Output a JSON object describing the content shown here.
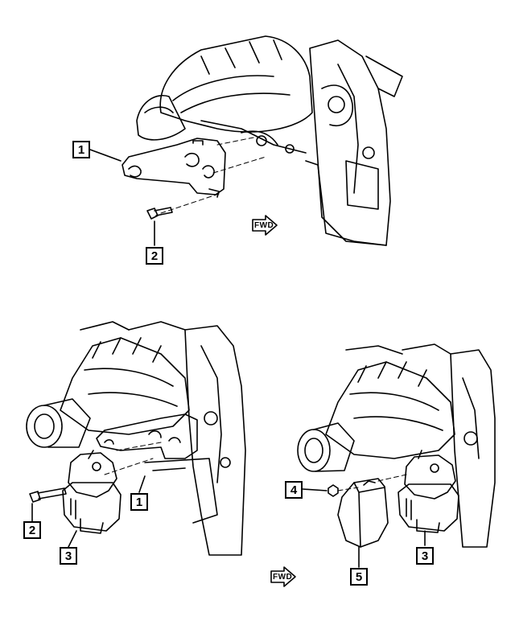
{
  "callouts": {
    "top_1": "1",
    "top_2": "2",
    "bl_1": "1",
    "bl_2": "2",
    "bl_3": "3",
    "br_3": "3",
    "br_4": "4",
    "br_5": "5"
  },
  "fwd": {
    "top": "FWD",
    "bottom": "FWD"
  }
}
